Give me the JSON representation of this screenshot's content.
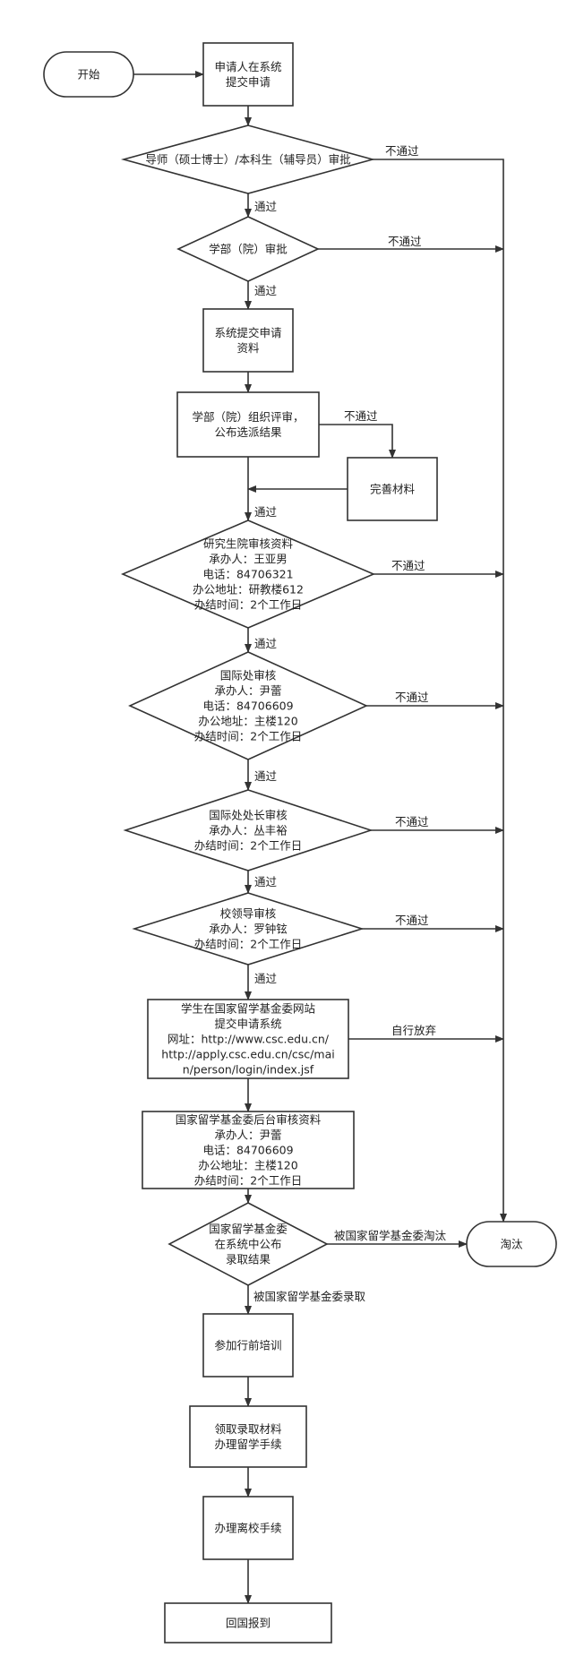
{
  "diagram": {
    "nodes": [
      {
        "id": "start",
        "shape": "terminal",
        "lines": [
          "开始"
        ]
      },
      {
        "id": "submit",
        "shape": "process",
        "lines": [
          "申请人在系统",
          "提交申请"
        ]
      },
      {
        "id": "advisor",
        "shape": "decision",
        "lines": [
          "导师（硕士博士）/本科生（辅导员）审批"
        ]
      },
      {
        "id": "dept",
        "shape": "decision",
        "lines": [
          "学部（院）审批"
        ]
      },
      {
        "id": "materials",
        "shape": "process",
        "lines": [
          "系统提交申请",
          "资料"
        ]
      },
      {
        "id": "review",
        "shape": "process",
        "lines": [
          "学部（院）组织评审，",
          "公布选派结果"
        ]
      },
      {
        "id": "improve",
        "shape": "process",
        "lines": [
          "完善材料"
        ]
      },
      {
        "id": "grad",
        "shape": "decision",
        "lines": [
          "研究生院审核资料",
          "承办人：王亚男",
          "电话：84706321",
          "办公地址：研教楼612",
          "办结时间：2个工作日"
        ]
      },
      {
        "id": "intl",
        "shape": "decision",
        "lines": [
          "国际处审核",
          "承办人：尹蕾",
          "电话：84706609",
          "办公地址：主楼120",
          "办结时间：2个工作日"
        ]
      },
      {
        "id": "intl_head",
        "shape": "decision",
        "lines": [
          "国际处处长审核",
          "承办人：丛丰裕",
          "办结时间：2个工作日"
        ]
      },
      {
        "id": "leader",
        "shape": "decision",
        "lines": [
          "校领导审核",
          "承办人：罗钟铉",
          "办结时间：2个工作日"
        ]
      },
      {
        "id": "csc_submit",
        "shape": "process",
        "lines": [
          "学生在国家留学基金委网站",
          "提交申请系统",
          "网址：http://www.csc.edu.cn/",
          "http://apply.csc.edu.cn/csc/mai",
          "n/person/login/index.jsf"
        ]
      },
      {
        "id": "csc_review",
        "shape": "process",
        "lines": [
          "国家留学基金委后台审核资料",
          "承办人：尹蕾",
          "电话：84706609",
          "办公地址：主楼120",
          "办结时间：2个工作日"
        ]
      },
      {
        "id": "csc_result",
        "shape": "decision",
        "lines": [
          "国家留学基金委",
          "在系统中公布",
          "录取结果"
        ]
      },
      {
        "id": "eliminated",
        "shape": "terminal",
        "lines": [
          "淘汰"
        ]
      },
      {
        "id": "training",
        "shape": "process",
        "lines": [
          "参加行前培训"
        ]
      },
      {
        "id": "procedures",
        "shape": "process",
        "lines": [
          "领取录取材料",
          "办理留学手续"
        ]
      },
      {
        "id": "leave",
        "shape": "process",
        "lines": [
          "办理离校手续"
        ]
      },
      {
        "id": "return",
        "shape": "process",
        "lines": [
          "回国报到"
        ]
      }
    ],
    "edges": [
      {
        "from": "start",
        "to": "submit",
        "label": ""
      },
      {
        "from": "submit",
        "to": "advisor",
        "label": ""
      },
      {
        "from": "advisor",
        "to": "dept",
        "label": "通过"
      },
      {
        "from": "advisor",
        "to": "eliminated",
        "label": "不通过"
      },
      {
        "from": "dept",
        "to": "materials",
        "label": "通过"
      },
      {
        "from": "dept",
        "to": "eliminated",
        "label": "不通过"
      },
      {
        "from": "materials",
        "to": "review",
        "label": ""
      },
      {
        "from": "review",
        "to": "improve",
        "label": "不通过"
      },
      {
        "from": "improve",
        "to": "grad",
        "label": ""
      },
      {
        "from": "review",
        "to": "grad",
        "label": "通过"
      },
      {
        "from": "grad",
        "to": "eliminated",
        "label": "不通过"
      },
      {
        "from": "grad",
        "to": "intl",
        "label": "通过"
      },
      {
        "from": "intl",
        "to": "eliminated",
        "label": "不通过"
      },
      {
        "from": "intl",
        "to": "intl_head",
        "label": "通过"
      },
      {
        "from": "intl_head",
        "to": "eliminated",
        "label": "不通过"
      },
      {
        "from": "intl_head",
        "to": "leader",
        "label": "通过"
      },
      {
        "from": "leader",
        "to": "eliminated",
        "label": "不通过"
      },
      {
        "from": "leader",
        "to": "csc_submit",
        "label": "通过"
      },
      {
        "from": "csc_submit",
        "to": "eliminated",
        "label": "自行放弃"
      },
      {
        "from": "csc_submit",
        "to": "csc_review",
        "label": ""
      },
      {
        "from": "csc_review",
        "to": "csc_result",
        "label": ""
      },
      {
        "from": "csc_result",
        "to": "eliminated",
        "label": "被国家留学基金委淘汰"
      },
      {
        "from": "csc_result",
        "to": "training",
        "label": "被国家留学基金委录取"
      },
      {
        "from": "training",
        "to": "procedures",
        "label": ""
      },
      {
        "from": "procedures",
        "to": "leave",
        "label": ""
      },
      {
        "from": "leave",
        "to": "return",
        "label": ""
      }
    ]
  }
}
